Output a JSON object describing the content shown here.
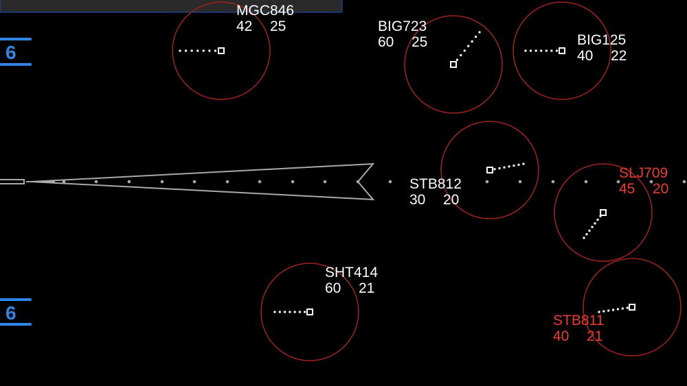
{
  "top_panel": {},
  "altitude_markers": [
    {
      "label": "6"
    },
    {
      "label": "6"
    }
  ],
  "aircraft": [
    {
      "callsign": "MGC846",
      "alt": "42",
      "speed": "25",
      "alert": false
    },
    {
      "callsign": "BIG723",
      "alt": "60",
      "speed": "25",
      "alert": false
    },
    {
      "callsign": "BIG125",
      "alt": "40",
      "speed": "22",
      "alert": false
    },
    {
      "callsign": "STB812",
      "alt": "30",
      "speed": "20",
      "alert": false
    },
    {
      "callsign": "SLJ709",
      "alt": "45",
      "speed": "20",
      "alert": true
    },
    {
      "callsign": "SHT414",
      "alt": "60",
      "speed": "21",
      "alert": false
    },
    {
      "callsign": "STB811",
      "alt": "40",
      "speed": "21",
      "alert": true
    }
  ],
  "colors": {
    "normal": "#ffffff",
    "alert": "#ef3b2c",
    "ring": "#a3231c",
    "marker": "#2f86e6"
  }
}
